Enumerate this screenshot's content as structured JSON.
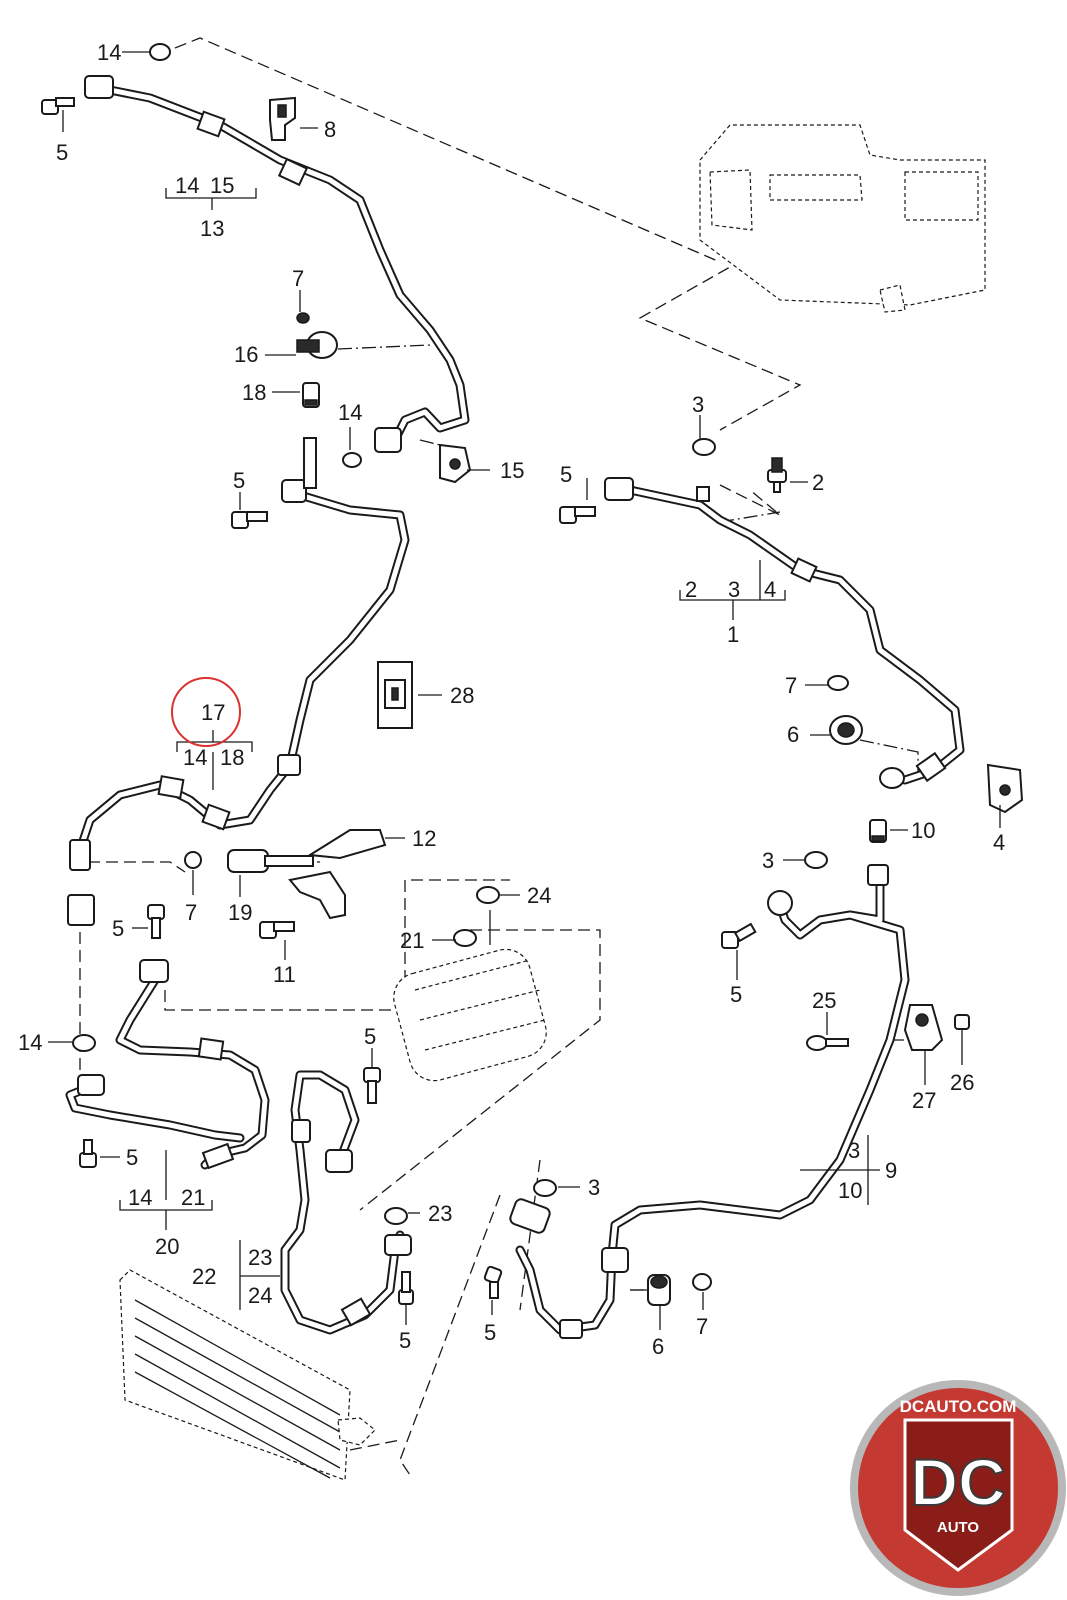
{
  "callouts": {
    "c14_top": "14",
    "c5_top": "5",
    "c8": "8",
    "c14_g13": "14",
    "c15_g13": "15",
    "c13": "13",
    "c7_a": "7",
    "c16": "16",
    "c18": "18",
    "c14_b": "14",
    "c15": "15",
    "c5_b": "5",
    "c17": "17",
    "c14_g17": "14",
    "c18_g17": "18",
    "c28": "28",
    "c12": "12",
    "c7_b": "7",
    "c19": "19",
    "c5_c": "5",
    "c11": "11",
    "c24": "24",
    "c21": "21",
    "c14_c": "14",
    "c5_d": "5",
    "c14_g20": "14",
    "c21_g20": "21",
    "c20": "20",
    "c5_e": "5",
    "c23": "23",
    "c22": "22",
    "c23_g22": "23",
    "c24_g22": "24",
    "c5_f": "5",
    "c3_a": "3",
    "c5_g": "5",
    "c2": "2",
    "c2_g1": "2",
    "c3_g1": "3",
    "c4_g1": "4",
    "c1": "1",
    "c7_c": "7",
    "c6_a": "6",
    "c4": "4",
    "c10": "10",
    "c3_b": "3",
    "c5_h": "5",
    "c25": "25",
    "c27": "27",
    "c26": "26",
    "c3_g9": "3",
    "c10_g9": "10",
    "c9": "9",
    "c3_c": "3",
    "c5_i": "5",
    "c6_b": "6",
    "c7_d": "7"
  },
  "highlight": {
    "target": "17",
    "ring_color": "#d9322e"
  },
  "logo": {
    "top_text": "DCAUTO.COM",
    "mark": "DC",
    "bottom_text": "AUTO",
    "ring_color": "#b8b8b8",
    "bg_color": "#c43a33",
    "accent": "#8a1d18"
  }
}
